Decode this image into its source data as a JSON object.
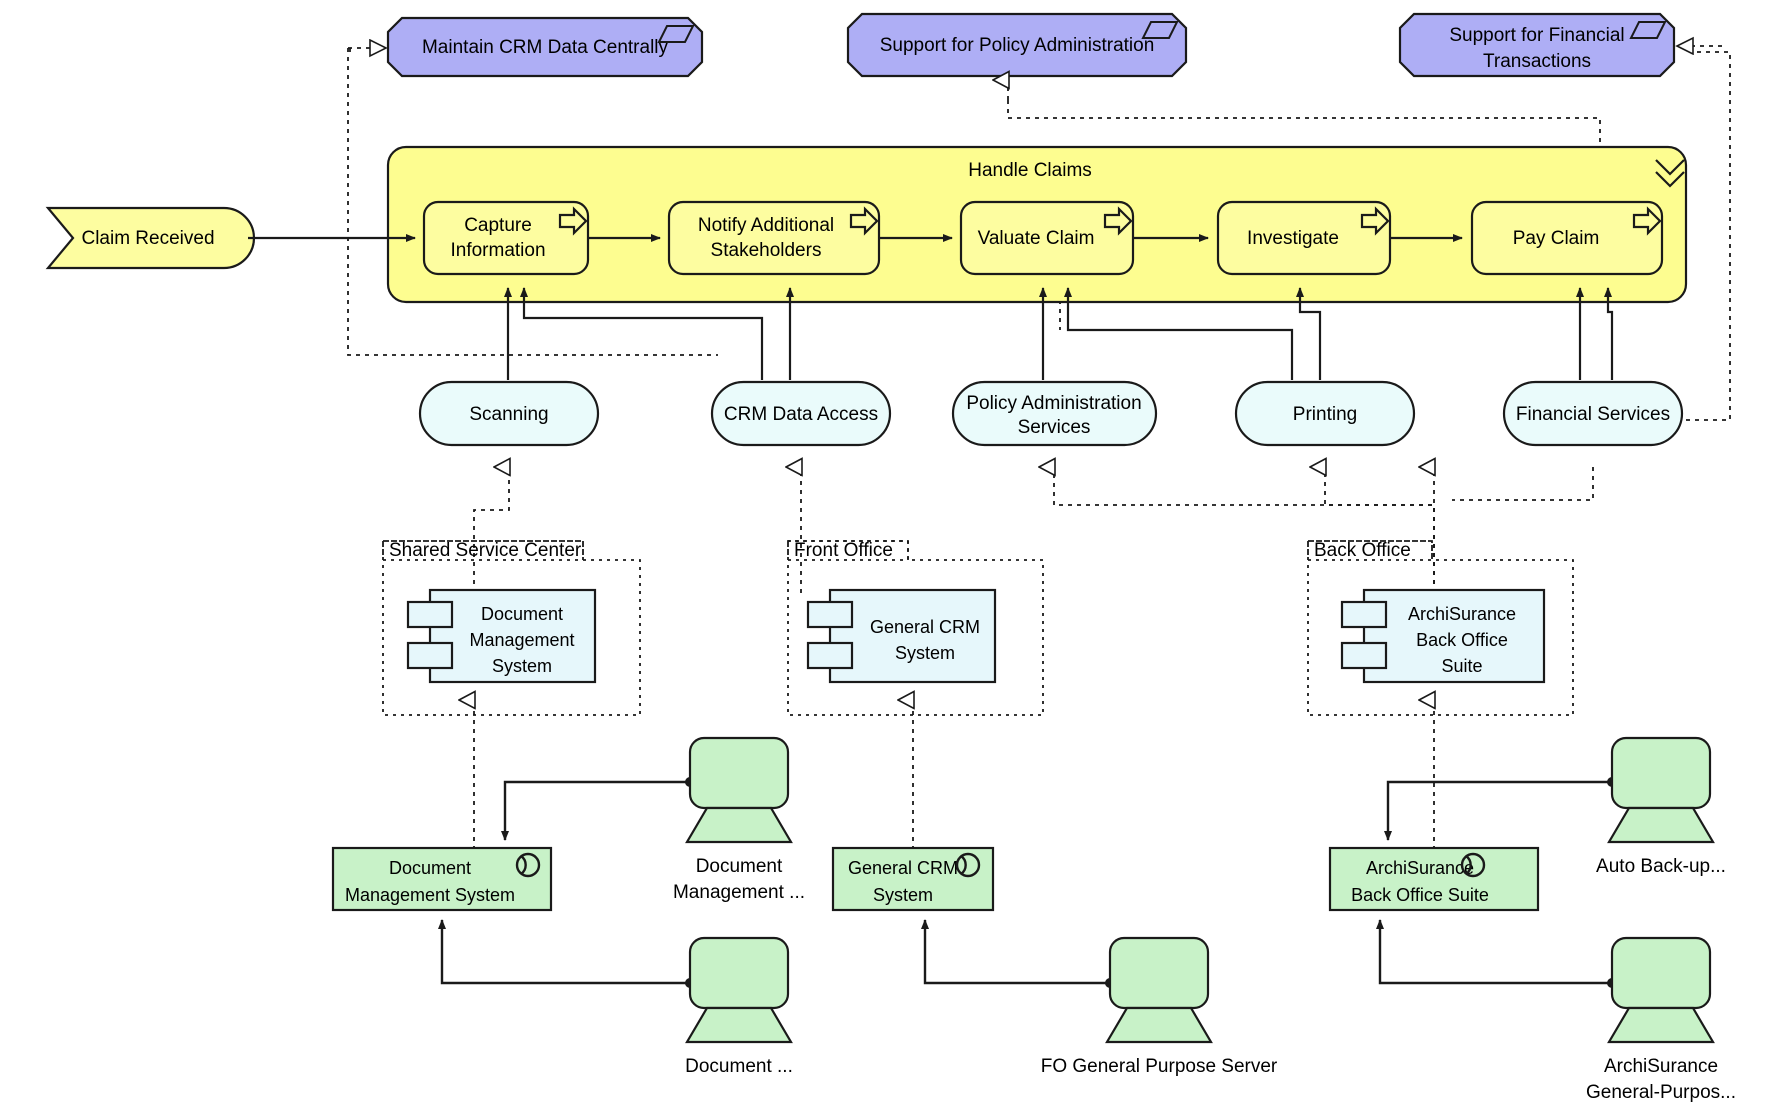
{
  "diagram": {
    "title": "Handle Claims",
    "colors": {
      "motivation_fill": "#aeaef5",
      "process_fill": "#fdfda0",
      "process_group_fill": "#fdfd90",
      "service_fill": "#eafbfb",
      "application_fill": "#e6f7fb",
      "technology_fill": "#c8f2c8",
      "stroke": "#1a1a1a"
    }
  },
  "requirements": [
    {
      "label": "Maintain CRM Data Centrally",
      "name": "requirement-maintain-crm-data-centrally"
    },
    {
      "label": "Support for Policy Administration",
      "name": "requirement-support-policy-administration"
    },
    {
      "label": "Support for Financial\nTransactions",
      "line1": "Support for Financial",
      "line2": "Transactions",
      "name": "requirement-support-financial-transactions"
    }
  ],
  "event": {
    "label": "Claim Received",
    "name": "business-event-claim-received"
  },
  "process_group": {
    "label": "Handle Claims",
    "steps": [
      {
        "line1": "Capture",
        "line2": "Information",
        "name": "process-capture-information"
      },
      {
        "line1": "Notify Additional",
        "line2": "Stakeholders",
        "name": "process-notify-additional-stakeholders"
      },
      {
        "line1": "Valuate Claim",
        "line2": "",
        "name": "process-valuate-claim"
      },
      {
        "line1": "Investigate",
        "line2": "",
        "name": "process-investigate"
      },
      {
        "line1": "Pay Claim",
        "line2": "",
        "name": "process-pay-claim"
      }
    ]
  },
  "application_services": [
    {
      "line1": "Scanning",
      "line2": "",
      "name": "application-service-scanning"
    },
    {
      "line1": "CRM Data Access",
      "line2": "",
      "name": "application-service-crm-data-access"
    },
    {
      "line1": "Policy Administration",
      "line2": "Services",
      "name": "application-service-policy-administration-services"
    },
    {
      "line1": "Printing",
      "line2": "",
      "name": "application-service-printing"
    },
    {
      "line1": "Financial Services",
      "line2": "",
      "name": "application-service-financial-services"
    }
  ],
  "locations": [
    {
      "label": "Shared Service Center",
      "name": "location-shared-service-center",
      "component": {
        "line1": "Document",
        "line2": "Management",
        "line3": "System",
        "name": "application-component-document-management-system"
      }
    },
    {
      "label": "Front Office",
      "name": "location-front-office",
      "component": {
        "line1": "General CRM",
        "line2": "System",
        "line3": "",
        "name": "application-component-general-crm-system"
      }
    },
    {
      "label": "Back Office",
      "name": "location-back-office",
      "component": {
        "line1": "ArchiSurance",
        "line2": "Back Office",
        "line3": "Suite",
        "name": "application-component-archisurance-back-office-suite"
      }
    }
  ],
  "system_software": [
    {
      "line1": "Document",
      "line2": "Management System",
      "name": "system-software-document-management-system"
    },
    {
      "line1": "General CRM",
      "line2": "System",
      "name": "system-software-general-crm-system"
    },
    {
      "line1": "ArchiSurance",
      "line2": "Back Office Suite",
      "name": "system-software-archisurance-back-office-suite"
    }
  ],
  "devices": [
    {
      "line1": "Document",
      "line2": "Management ...",
      "name": "device-document-management"
    },
    {
      "line1": "Document ...",
      "line2": "",
      "name": "device-document-truncated"
    },
    {
      "line1": "FO General Purpose Server",
      "line2": "",
      "name": "device-fo-general-purpose-server"
    },
    {
      "line1": "Auto Back-up...",
      "line2": "",
      "name": "device-auto-backup"
    },
    {
      "line1": "ArchiSurance",
      "line2": "General-Purpos...",
      "name": "device-archisurance-general-purpose"
    }
  ]
}
